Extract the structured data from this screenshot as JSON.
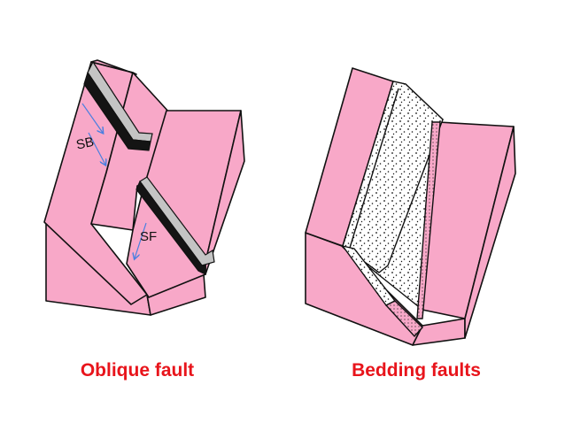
{
  "colors": {
    "rock": "#f8a8c8",
    "outline": "#111111",
    "bed_light": "#c4c4c4",
    "bed_dark": "#141414",
    "arrow": "#4a7fe0",
    "caption": "#e8141b"
  },
  "left_figure": {
    "caption": "Oblique fault",
    "label_sb": "SB",
    "label_sf": "SF"
  },
  "right_figure": {
    "caption": "Bedding faults"
  }
}
